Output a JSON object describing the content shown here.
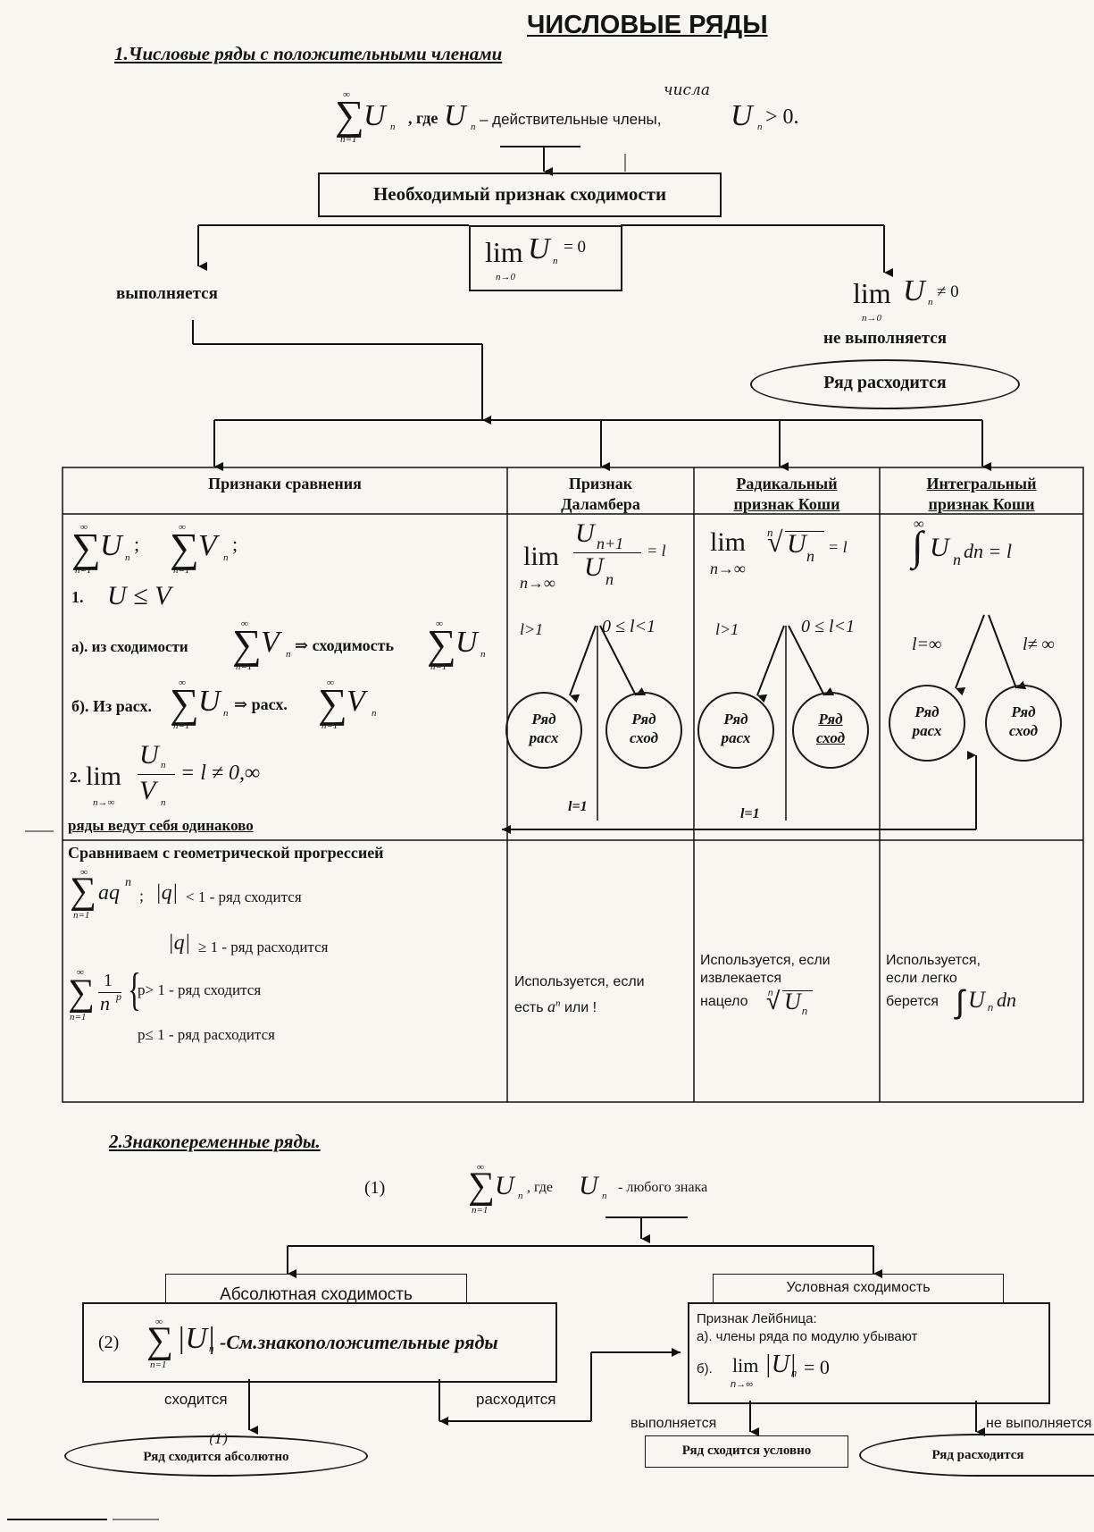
{
  "title": "ЧИСЛОВЫЕ РЯДЫ",
  "section1": {
    "heading": "1.Числовые ряды с положительными членами",
    "series": "U",
    "series_sub": "n",
    "sum_top": "∞",
    "sum_bottom": "n=1",
    "where": ", где",
    "real_members": "– действительные члены,",
    "handwritten_note": "числа",
    "positive": "> 0.",
    "necessary_test": "Необходимый признак сходимости",
    "lim_eq": "= 0",
    "lim_word": "lim",
    "lim_sub_box": "n→0",
    "lim_neq": "≠ 0",
    "lim_sub_right": "n→0",
    "fulfilled": "выполняется",
    "not_fulfilled": "не выполняется",
    "diverges": "Ряд расходится"
  },
  "table": {
    "headers": {
      "comparison": "Признаки сравнения",
      "dalembert": "Признак\nДаламбера",
      "cauchy_radical": "Радикальный\nпризнак Коши",
      "cauchy_integral": "Интегральный\nпризнак Коши"
    },
    "comparison": {
      "sum_u": "U",
      "sum_v": "V",
      "semicolon": ";",
      "item1": "1.",
      "ineq": "U ≤ V",
      "a_text": "а). из сходимости",
      "a_implies": "⇒ сходимость",
      "b_text": "б). Из расх.",
      "b_implies": "⇒  расх.",
      "item2": "2.",
      "ratio_result": "= l ≠ 0,∞",
      "lim_sub": "n→∞",
      "same_behavior": "ряды ведут себя одинаково"
    },
    "dalembert": {
      "formula_frac_top": "U",
      "formula_frac_top_sub": "n+1",
      "formula_frac_bottom": "U",
      "formula_frac_bottom_sub": "n",
      "result": "= l",
      "lim_sub": "n→∞",
      "gt": "l>1",
      "range": "0 ≤ l<1",
      "div_circle": "Ряд\nрасх",
      "conv_circle": "Ряд\nсход",
      "eq1": "l=1"
    },
    "radical": {
      "root_index": "n",
      "result": "= l",
      "lim_sub": "n→∞",
      "gt": "l>1",
      "range": "0 ≤ l<1",
      "div_circle": "Ряд\nрасх",
      "conv_circle": "Ряд\nсход",
      "eq1": "l=1"
    },
    "integral": {
      "upper": "∞",
      "result": "U",
      "dn": "dn = l",
      "inf": "l=∞",
      "neq_inf": "l≠ ∞",
      "div_circle": "Ряд\nрасх",
      "conv_circle": "Ряд\nсход"
    },
    "row2": {
      "geom_title": "Сравниваем с геометрической прогрессией",
      "geom_term": "aq",
      "geom_power": "n",
      "abs_q_lt": "< 1 - ряд сходится",
      "abs_q_ge": "≥ 1 - ряд расходится",
      "q": "q",
      "p_series_num": "1",
      "p_series_den": "n",
      "p_power": "p",
      "p_gt": "p> 1  - ряд  сходится",
      "p_le": "p≤  1  - ряд расходится",
      "dalembert_use1": "Используется, если",
      "dalembert_use2": "есть",
      "dalembert_use_a": "a",
      "dalembert_use_n": "n",
      "dalembert_use3": "или !",
      "radical_use1": "Используется, если",
      "radical_use2": "извлекается",
      "radical_use3": "нацело",
      "integral_use1": "Используется,",
      "integral_use2": "если легко",
      "integral_use3": "берется",
      "integral_use_expr": "U",
      "integral_use_dn": "dn"
    }
  },
  "section2": {
    "heading": "2.Знакопеременные ряды.",
    "label1": "(1)",
    "where": ", где",
    "any_sign": "-    любого знака",
    "absolute": "Абсолютная сходимость",
    "conditional": "Условная сходимость",
    "label2": "(2)",
    "see_positive": "-См.знакоположительные ряды",
    "converges": "сходится",
    "diverges_word": "расходится",
    "leibniz_title": "Признак Лейбница:",
    "leibniz_a": "а). члены ряда по модулю убывают",
    "leibniz_b": "б).",
    "leibniz_lim_eq": "= 0",
    "leibniz_lim_sub": "n→∞",
    "fulfilled": "выполняется",
    "not_fulfilled": "не выполняется",
    "abs_result": "Ряд сходится абсолютно",
    "cond_result": "Ряд сходится  условно",
    "div_result": "Ряд расходится",
    "handwritten_mark": "(1)"
  }
}
